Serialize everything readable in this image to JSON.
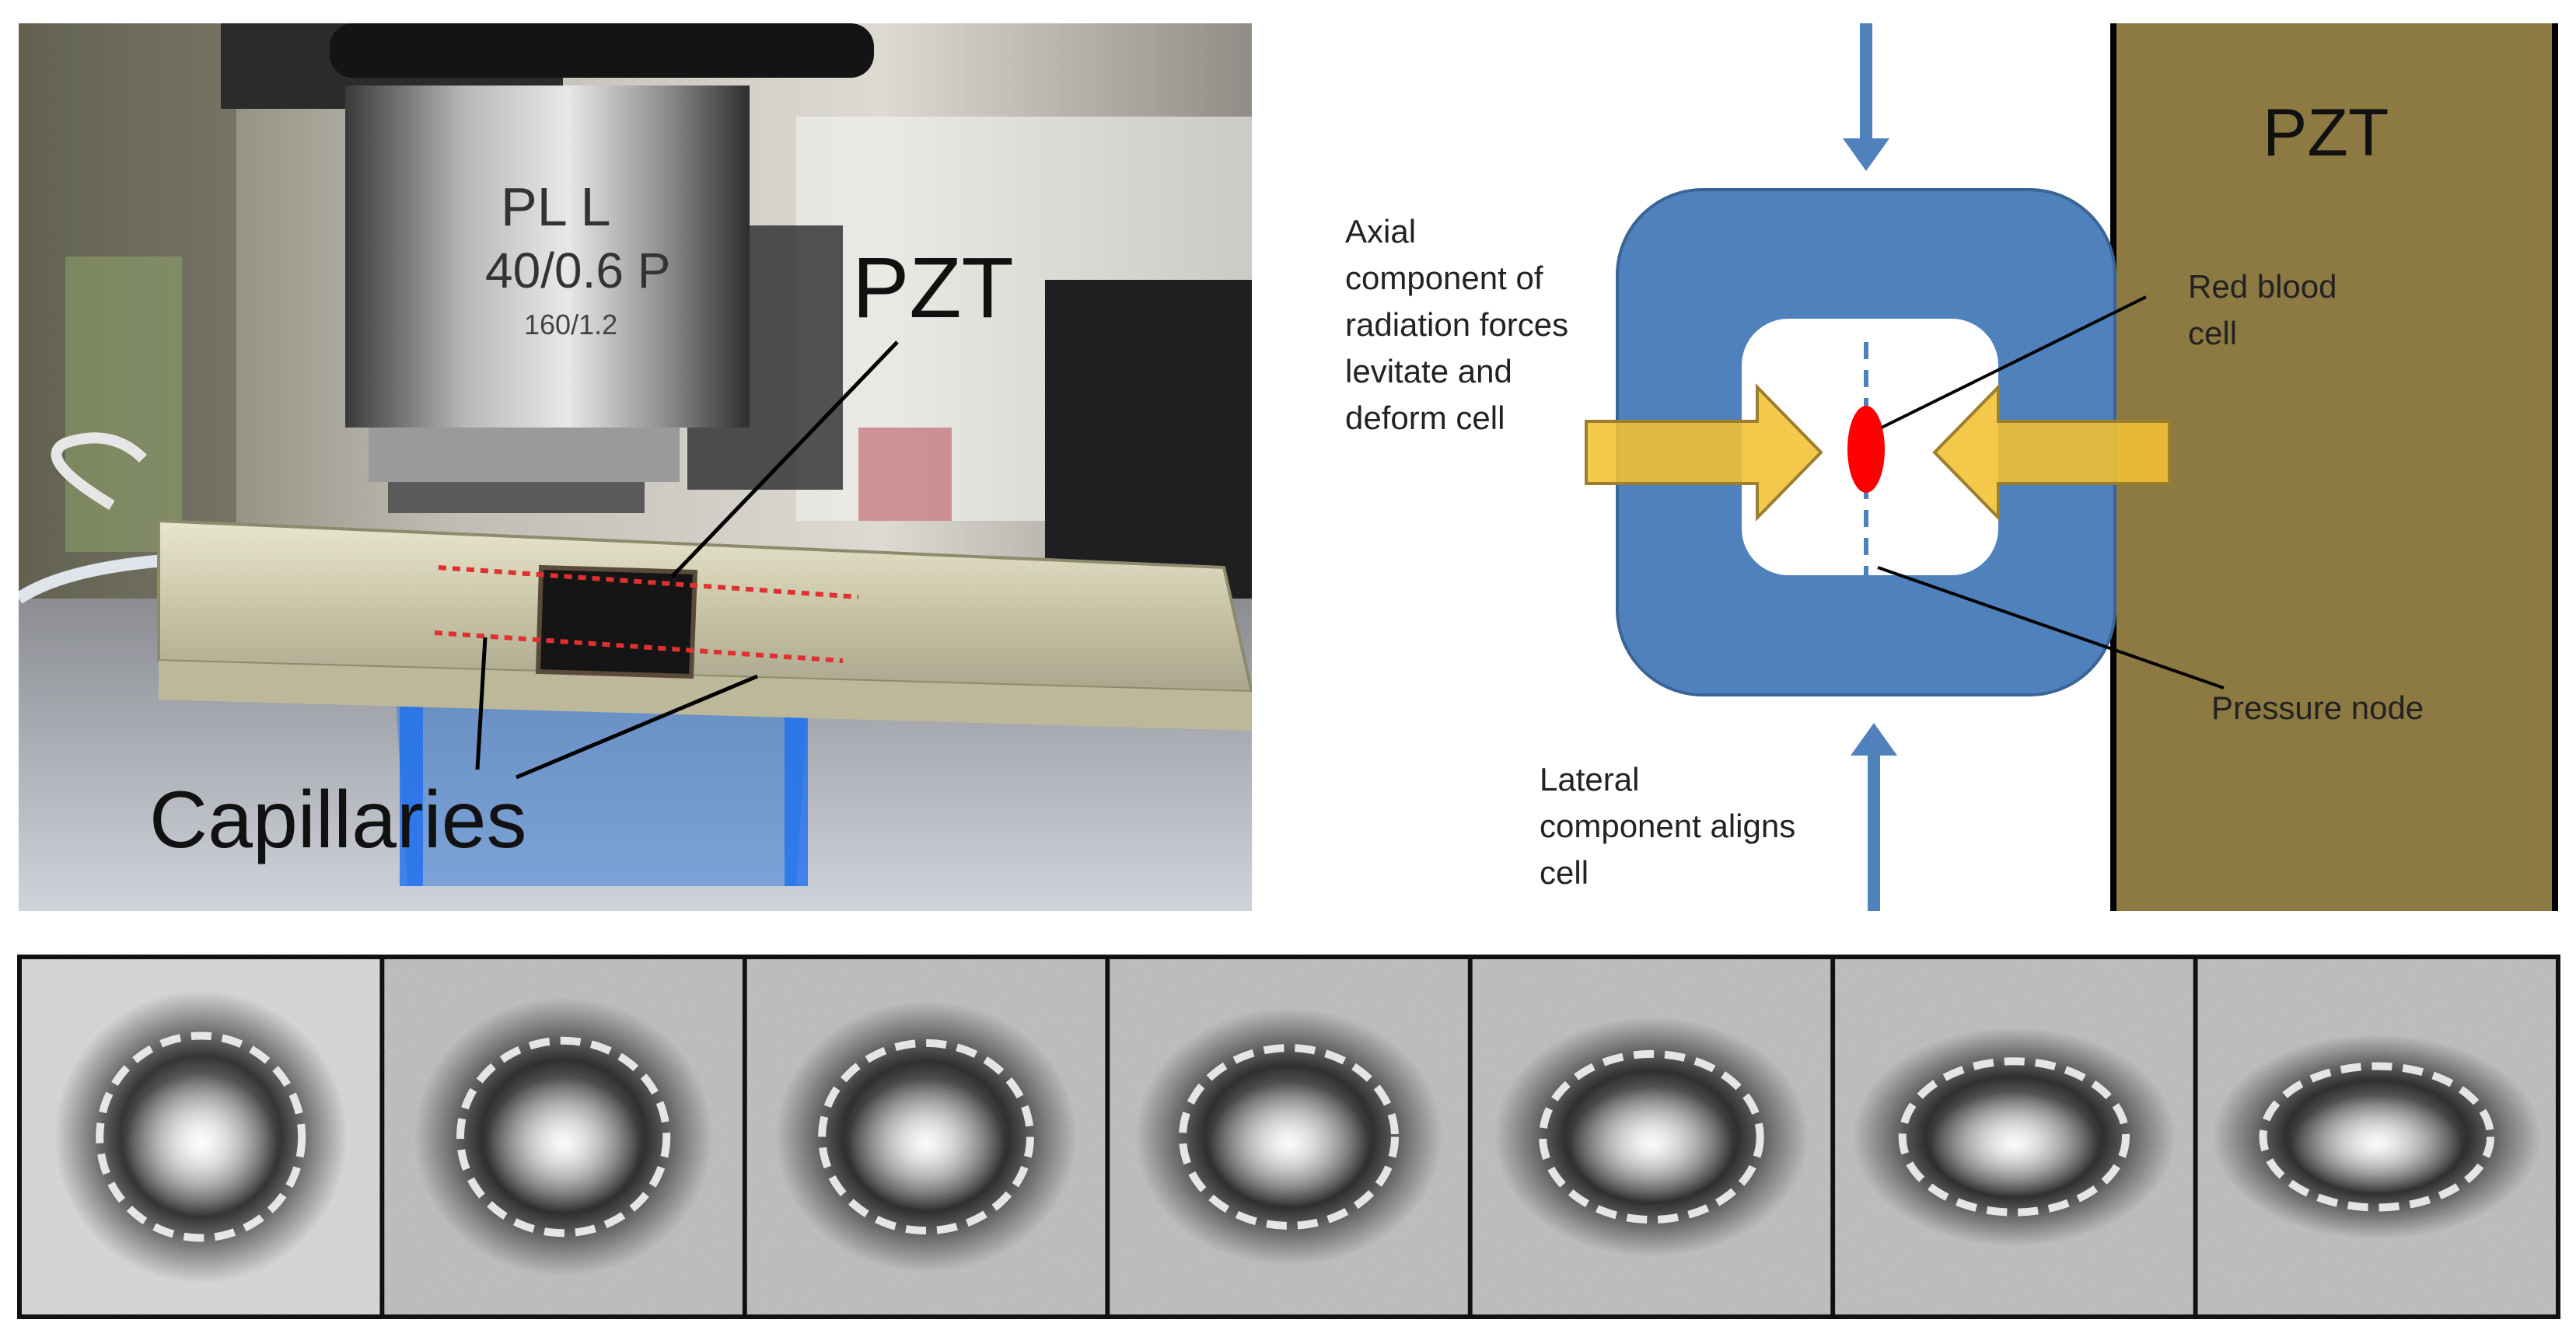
{
  "photo": {
    "pzt_label": "PZT",
    "capillaries_label": "Capillaries",
    "lens_engraving_line1": "PL L",
    "lens_engraving_line2": "40/0.6 P",
    "lens_engraving_line3": "160/1.2"
  },
  "diagram": {
    "pzt_label": "PZT",
    "axial_label": [
      "Axial",
      "component of",
      "radiation forces",
      "levitate and",
      "deform cell"
    ],
    "lateral_label": [
      "Lateral",
      "component aligns",
      "cell"
    ],
    "rbc_label": [
      "Red blood",
      "cell"
    ],
    "pressure_node_label": "Pressure node",
    "colors": {
      "channel": "#4f81bd",
      "channel_border": "#3a6496",
      "force_arrow": "#f2c032",
      "force_arrow_border": "#9b7e2e",
      "cell": "#ff0000",
      "pzt": "#8c7a42",
      "flow_arrow": "#4f81bd"
    }
  },
  "cell_sequence": {
    "frame_count": 7,
    "frame_deformation": [
      0.0,
      0.08,
      0.12,
      0.2,
      0.3,
      0.42,
      0.5
    ]
  }
}
